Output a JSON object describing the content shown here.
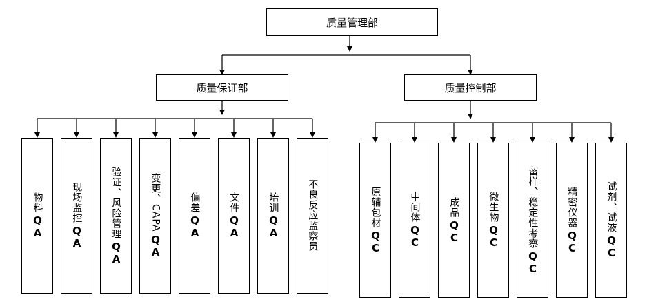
{
  "top": {
    "label": "质量管理部"
  },
  "qa_dept": {
    "label": "质量保证部"
  },
  "qc_dept": {
    "label": "质量控制部"
  },
  "qa_units": [
    {
      "label": "物料",
      "suffix": "QA"
    },
    {
      "label": "现场监控",
      "suffix": "QA"
    },
    {
      "label": "验证、风险管理",
      "suffix": "QA"
    },
    {
      "label": "变更、CAPA",
      "suffix": "QA"
    },
    {
      "label": "偏差",
      "suffix": "QA"
    },
    {
      "label": "文件",
      "suffix": "QA"
    },
    {
      "label": "培训",
      "suffix": "QA"
    },
    {
      "label": "不良反应监察员",
      "suffix": ""
    }
  ],
  "qc_units": [
    {
      "label": "原辅包材",
      "suffix": "QC"
    },
    {
      "label": "中间体",
      "suffix": "QC"
    },
    {
      "label": "成品",
      "suffix": "QC"
    },
    {
      "label": "微生物",
      "suffix": "QC"
    },
    {
      "label": "留样、稳定性考察",
      "suffix": "QC"
    },
    {
      "label": "精密仪器",
      "suffix": "QC"
    },
    {
      "label": "试剂、试液",
      "suffix": "QC"
    }
  ]
}
